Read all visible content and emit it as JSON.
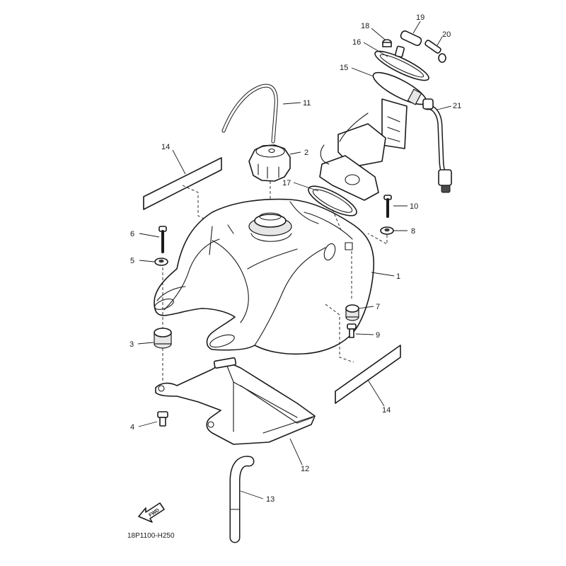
{
  "callouts": {
    "c1": "1",
    "c2": "2",
    "c3": "3",
    "c4": "4",
    "c5": "5",
    "c6": "6",
    "c7": "7",
    "c8": "8",
    "c9": "9",
    "c10": "10",
    "c11": "11",
    "c12": "12",
    "c13": "13",
    "c14a": "14",
    "c14b": "14",
    "c15": "15",
    "c16": "16",
    "c17": "17",
    "c18": "18",
    "c19": "19",
    "c20": "20",
    "c21": "21"
  },
  "fwd_label": "FWD",
  "diagram_code": "18P1100-H250",
  "icons": {
    "forward": "forward-arrow-icon"
  }
}
